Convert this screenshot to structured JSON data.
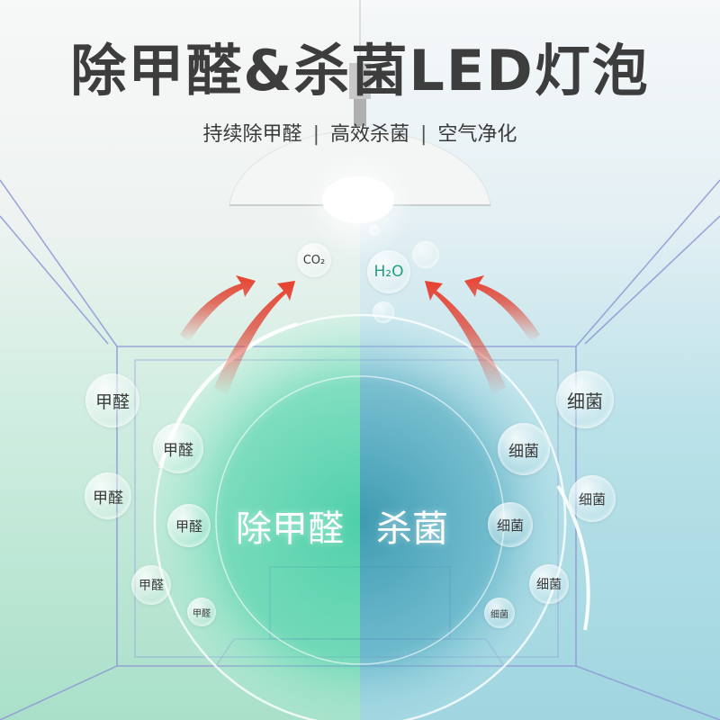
{
  "title": "除甲醛&杀菌LED灯泡",
  "subtitle": {
    "features": [
      "持续除甲醛",
      "高效杀菌",
      "空气净化"
    ],
    "separator": "|"
  },
  "molecules": {
    "co2": "CO₂",
    "h2o": "H₂O"
  },
  "center": {
    "left_label": "除甲醛",
    "right_label": "杀菌"
  },
  "bubbles_left": [
    "甲醛",
    "甲醛",
    "甲醛",
    "甲醛",
    "甲醛",
    "甲醛"
  ],
  "bubbles_right": [
    "细菌",
    "细菌",
    "细菌",
    "细菌",
    "细菌",
    "细菌"
  ],
  "colors": {
    "title": "#3d3d3d",
    "arrow": "#e04a3c",
    "h2o_text": "#23a07a",
    "room_lines": "#8f99d6"
  }
}
